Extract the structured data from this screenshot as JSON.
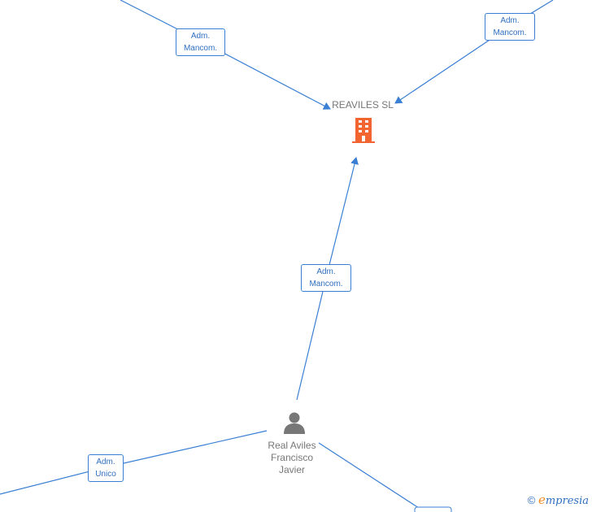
{
  "company": {
    "name": "REAVILES SL",
    "icon": "building-icon",
    "color": "#f26530"
  },
  "person": {
    "name_lines": [
      "Real Aviles",
      "Francisco",
      "Javier"
    ],
    "icon": "person-icon"
  },
  "edges": [
    {
      "line1": "Adm.",
      "line2": "Mancom."
    },
    {
      "line1": "Adm.",
      "line2": "Mancom."
    },
    {
      "line1": "Adm.",
      "line2": "Mancom."
    },
    {
      "line1": "Adm.",
      "line2": "Unico"
    }
  ],
  "brand": {
    "copyright": "©",
    "initial": "e",
    "rest": "mpresia"
  },
  "colors": {
    "edge": "#3a7fd4",
    "label_text": "#2f6fc0",
    "node_text": "#777777"
  }
}
